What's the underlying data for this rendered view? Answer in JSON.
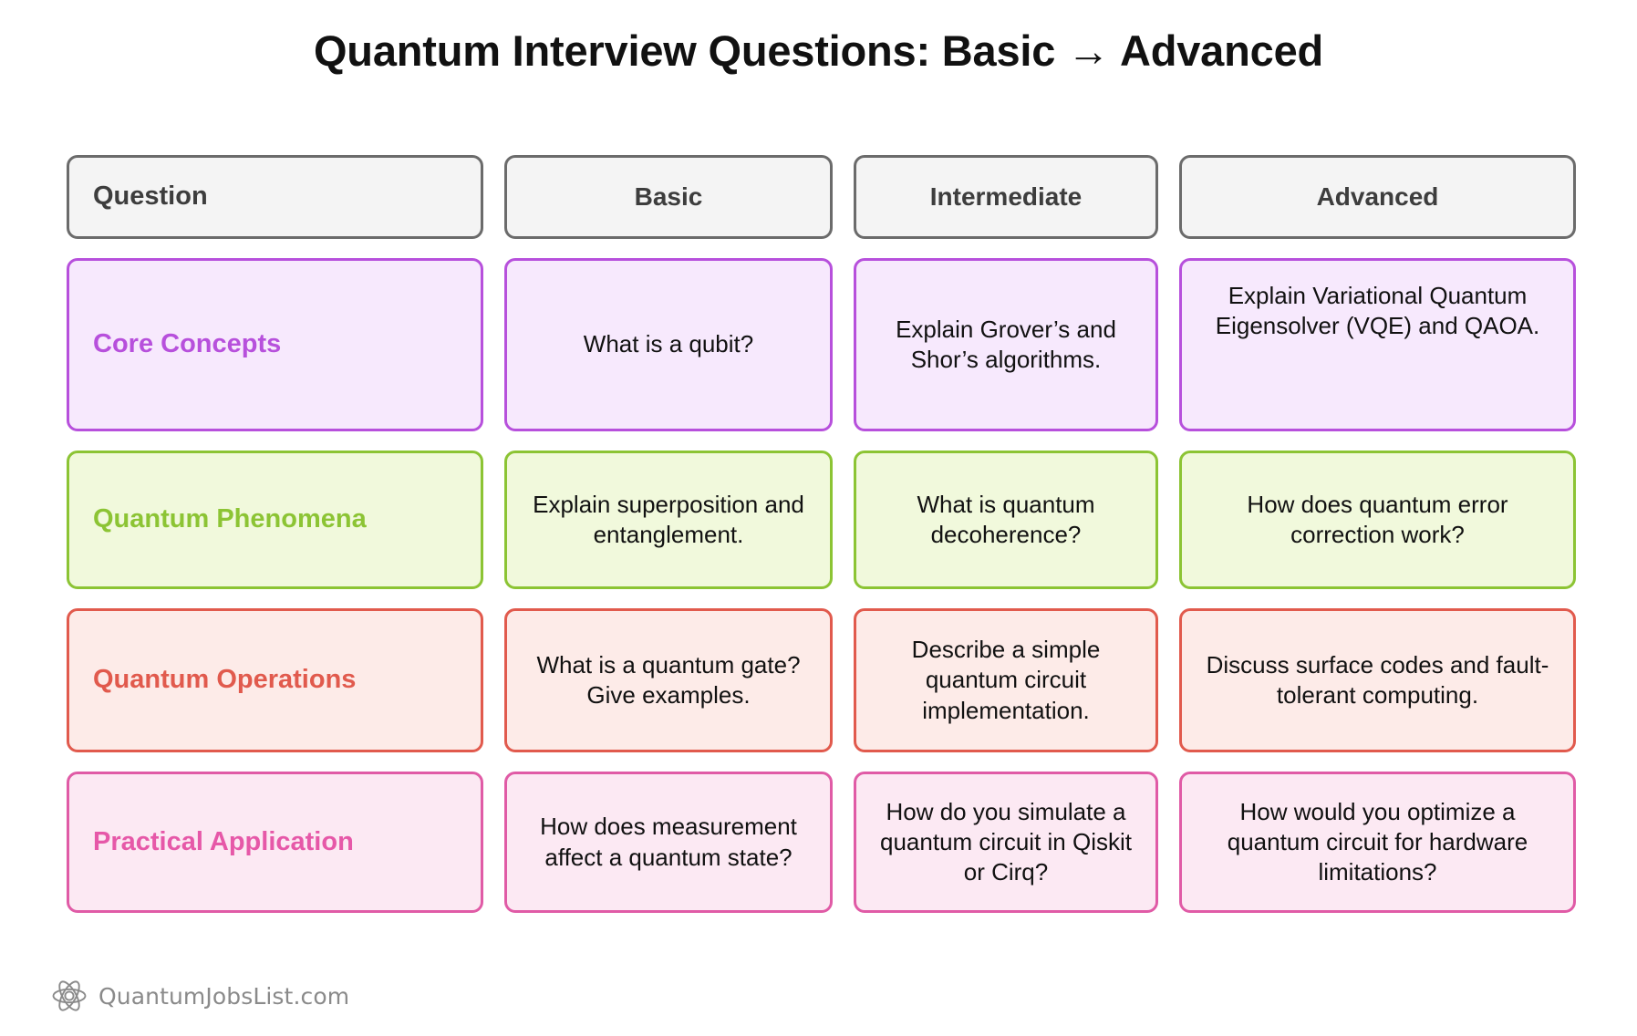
{
  "title": "Quantum Interview Questions: Basic → Advanced",
  "table": {
    "columns": [
      {
        "key": "question",
        "label": "Question"
      },
      {
        "key": "basic",
        "label": "Basic"
      },
      {
        "key": "intermediate",
        "label": "Intermediate"
      },
      {
        "key": "advanced",
        "label": "Advanced"
      }
    ],
    "rows": [
      {
        "label": "Core Concepts",
        "accent": "#b750dc",
        "background": "#f7e9fd",
        "basic": "What is a qubit?",
        "intermediate": "Explain Grover’s and Shor’s algorithms.",
        "advanced": "Explain Variational Quantum Eigensolver (VQE) and QAOA."
      },
      {
        "label": "Quantum Phenomena",
        "accent": "#8cc434",
        "background": "#f1f9dc",
        "basic": "Explain superposition and entanglement.",
        "intermediate": "What is quantum decoherence?",
        "advanced": "How does quantum error correction work?"
      },
      {
        "label": "Quantum Operations",
        "accent": "#e15a4d",
        "background": "#fdebe8",
        "basic": "What is a quantum gate? Give examples.",
        "intermediate": "Describe a simple quantum circuit implementation.",
        "advanced": "Discuss surface codes and fault-tolerant computing."
      },
      {
        "label": "Practical Application",
        "accent": "#e658a8",
        "background": "#fce9f3",
        "basic": "How does measurement affect a quantum state?",
        "intermediate": "How do you simulate a quantum circuit in Qiskit or Cirq?",
        "advanced": "How would you optimize a quantum circuit for hardware limitations?"
      }
    ]
  },
  "footer": {
    "brand": "QuantumJobsList.com",
    "icon": "atom-icon",
    "color": "#8a8a8a"
  },
  "header_style": {
    "background": "#f4f4f4",
    "border": "#6b6b6b",
    "text": "#3d3d3d"
  }
}
